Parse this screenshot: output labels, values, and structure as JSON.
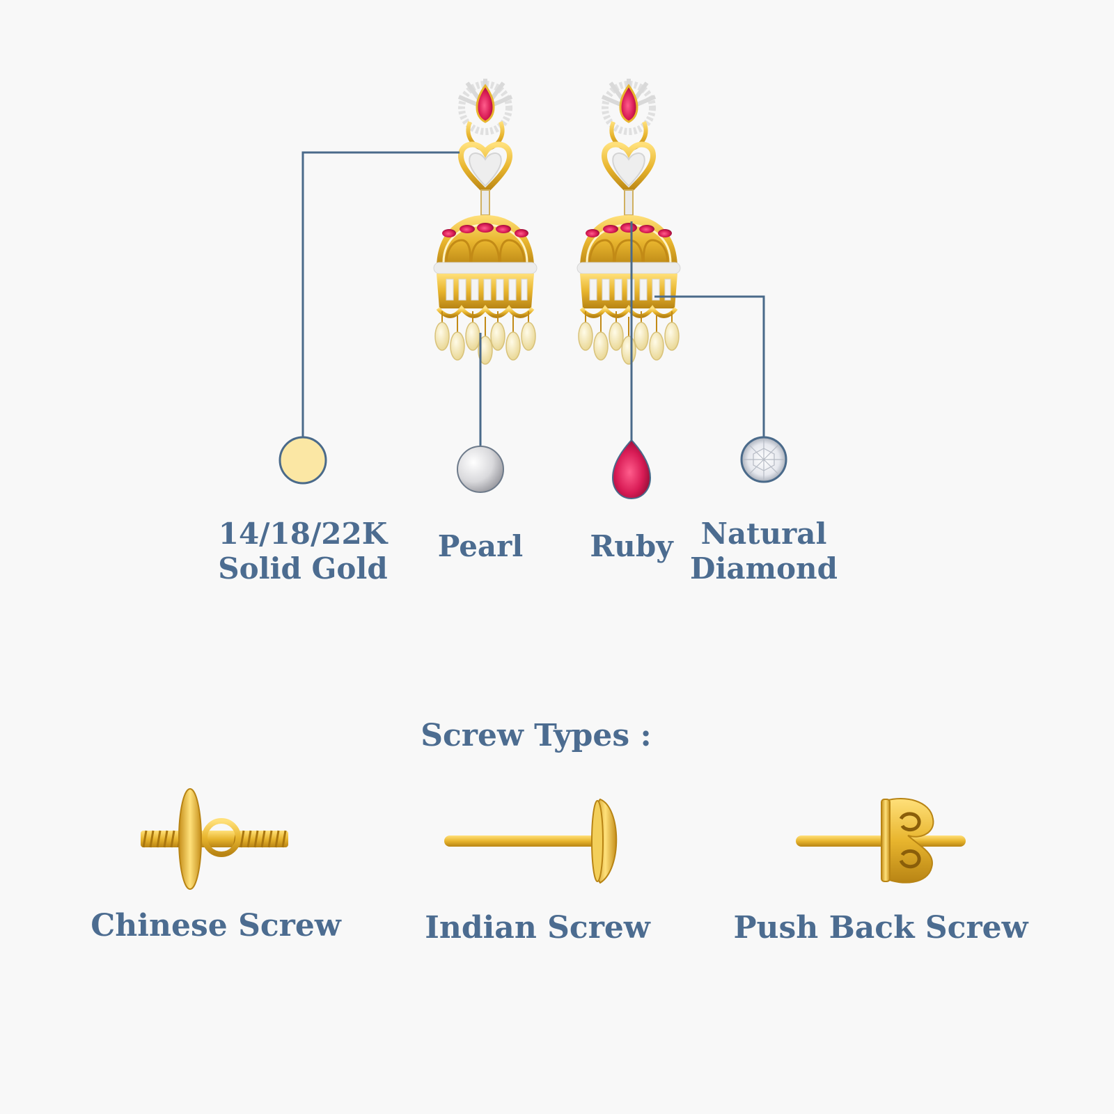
{
  "materials": [
    {
      "id": "gold",
      "lines": [
        "14/18/22K",
        "Solid Gold"
      ],
      "swatch_color": "#fbe7a4",
      "icon": "gold-swatch-icon"
    },
    {
      "id": "pearl",
      "lines": [
        "Pearl"
      ],
      "swatch_color": "#d9d9d9",
      "icon": "pearl-icon"
    },
    {
      "id": "ruby",
      "lines": [
        "Ruby"
      ],
      "swatch_color": "#d81b55",
      "icon": "ruby-icon"
    },
    {
      "id": "diamond",
      "lines": [
        "Natural",
        "Diamond"
      ],
      "swatch_color": "#ffffff",
      "icon": "diamond-icon"
    }
  ],
  "screw_section": {
    "title": "Screw Types :",
    "types": [
      {
        "label": "Chinese Screw",
        "icon": "chinese-screw-icon"
      },
      {
        "label": "Indian Screw",
        "icon": "indian-screw-icon"
      },
      {
        "label": "Push Back Screw",
        "icon": "push-back-screw-icon"
      }
    ]
  },
  "colors": {
    "background": "#f8f8f8",
    "text": "#4c6c90",
    "leader_line": "#4a6a8a",
    "gold": "#e8b830",
    "ruby": "#d81b55",
    "pearl": "#f3e6b8"
  }
}
